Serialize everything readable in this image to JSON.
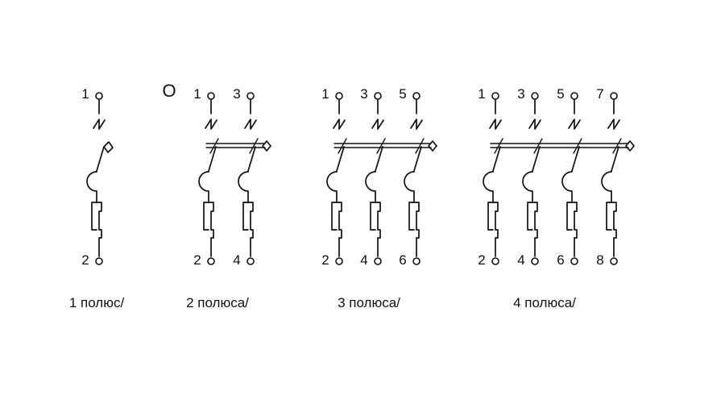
{
  "diagram": {
    "marker": "O",
    "colors": {
      "ink": "#111111",
      "background": "#ffffff"
    },
    "breakers": [
      {
        "caption": "1 полюс/",
        "terminals_top": [
          "1"
        ],
        "terminals_bottom": [
          "2"
        ]
      },
      {
        "caption": "2 полюса/",
        "terminals_top": [
          "1",
          "3"
        ],
        "terminals_bottom": [
          "2",
          "4"
        ]
      },
      {
        "caption": "3 полюса/",
        "terminals_top": [
          "1",
          "3",
          "5"
        ],
        "terminals_bottom": [
          "2",
          "4",
          "6"
        ]
      },
      {
        "caption": "4 полюса/",
        "terminals_top": [
          "1",
          "3",
          "5",
          "7"
        ],
        "terminals_bottom": [
          "2",
          "4",
          "6",
          "8"
        ]
      }
    ]
  }
}
